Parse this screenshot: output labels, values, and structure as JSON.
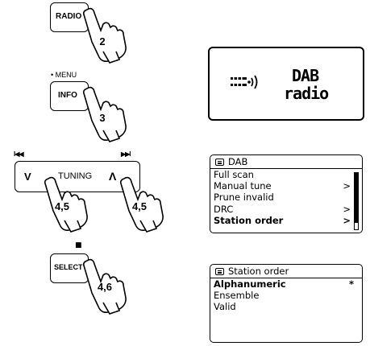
{
  "buttons": {
    "radio_label": "RADIO",
    "radio_step": "2",
    "menu_label": "• MENU",
    "info_label": "INFO",
    "info_step": "3",
    "prev_symbol": "I◀◀",
    "next_symbol": "▶▶I",
    "tuning_left": "V",
    "tuning_label": "TUNING",
    "tuning_right": "Λ",
    "tuning_step_left": "4,5",
    "tuning_step_right": "4,5",
    "select_symbol": "■",
    "select_label": "SELECT",
    "select_step": "4,6"
  },
  "screen_dab_radio": {
    "line1": "DAB",
    "line2": "radio",
    "icon": "dab-signal-icon"
  },
  "screen_dab_menu": {
    "title": "DAB",
    "items": [
      {
        "label": "Full scan",
        "arrow": ""
      },
      {
        "label": "Manual tune",
        "arrow": ">"
      },
      {
        "label": "Prune invalid",
        "arrow": ""
      },
      {
        "label": "DRC",
        "arrow": ">"
      },
      {
        "label": "Station order",
        "arrow": ">"
      }
    ],
    "selected_index": 4,
    "scroll_fraction": 0.88
  },
  "screen_station_order": {
    "title": "Station order",
    "items": [
      {
        "label": "Alphanumeric",
        "mark": "*"
      },
      {
        "label": "Ensemble",
        "mark": ""
      },
      {
        "label": "Valid",
        "mark": ""
      }
    ],
    "selected_index": 0
  }
}
